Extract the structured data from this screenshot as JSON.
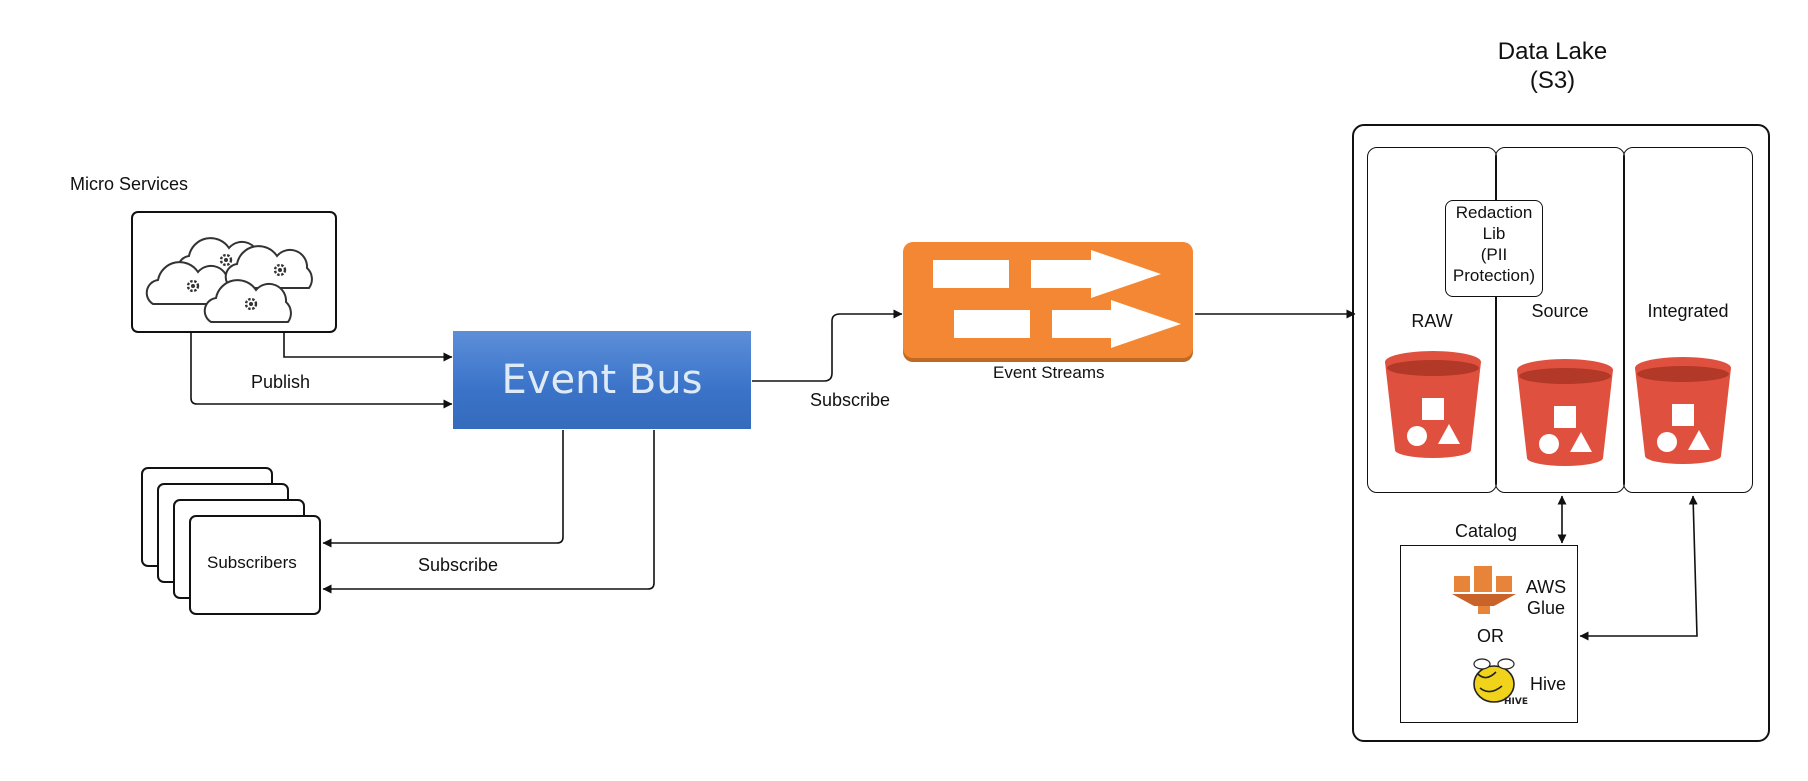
{
  "microservices": {
    "label": "Micro Services"
  },
  "event_bus": {
    "label": "Event Bus"
  },
  "subscribers": {
    "label": "Subscribers"
  },
  "event_streams": {
    "label": "Event Streams"
  },
  "edges": {
    "publish": "Publish",
    "subscribe_streams": "Subscribe",
    "subscribe_subscribers": "Subscribe"
  },
  "data_lake": {
    "title_line1": "Data Lake",
    "title_line2": "(S3)",
    "zones": [
      {
        "label": "RAW"
      },
      {
        "label": "Source"
      },
      {
        "label": "Integrated"
      }
    ],
    "redaction": {
      "line1": "Redaction",
      "line2": "Lib",
      "line3": "(PII",
      "line4": "Protection)"
    }
  },
  "catalog": {
    "label": "Catalog",
    "glue_line1": "AWS",
    "glue_line2": "Glue",
    "or": "OR",
    "hive": "Hive",
    "hive_logo_text": "HIVE"
  },
  "colors": {
    "event_bus": "#3a73c8",
    "streams": "#f48733",
    "bucket": "#e0503f",
    "glue": "#e8843a",
    "hive": "#f2d31b"
  }
}
